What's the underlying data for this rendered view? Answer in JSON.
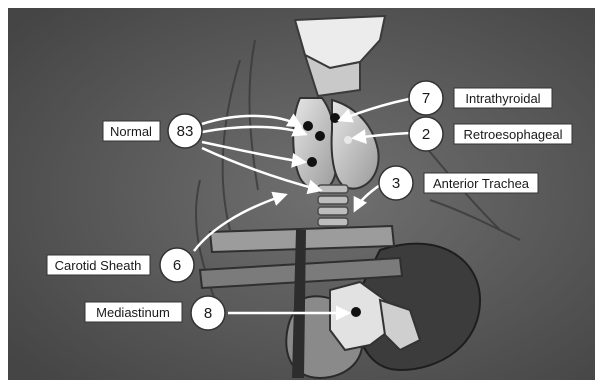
{
  "labels": {
    "normal": {
      "text": "Normal",
      "count": "83"
    },
    "intrathyroidal": {
      "text": "Intrathyroidal",
      "count": "7"
    },
    "retroesophageal": {
      "text": "Retroesophageal",
      "count": "2"
    },
    "anterior_trachea": {
      "text": "Anterior Trachea",
      "count": "3"
    },
    "carotid_sheath": {
      "text": "Carotid Sheath",
      "count": "6"
    },
    "mediastinum": {
      "text": "Mediastinum",
      "count": "8"
    }
  },
  "colors": {
    "background": "#5c5c5c",
    "label_fill": "#ffffff",
    "label_text": "#1a1a1a",
    "arrow": "#ffffff",
    "tissue_light": "#d9d9d9",
    "tissue_dark": "#2e2e2e"
  }
}
